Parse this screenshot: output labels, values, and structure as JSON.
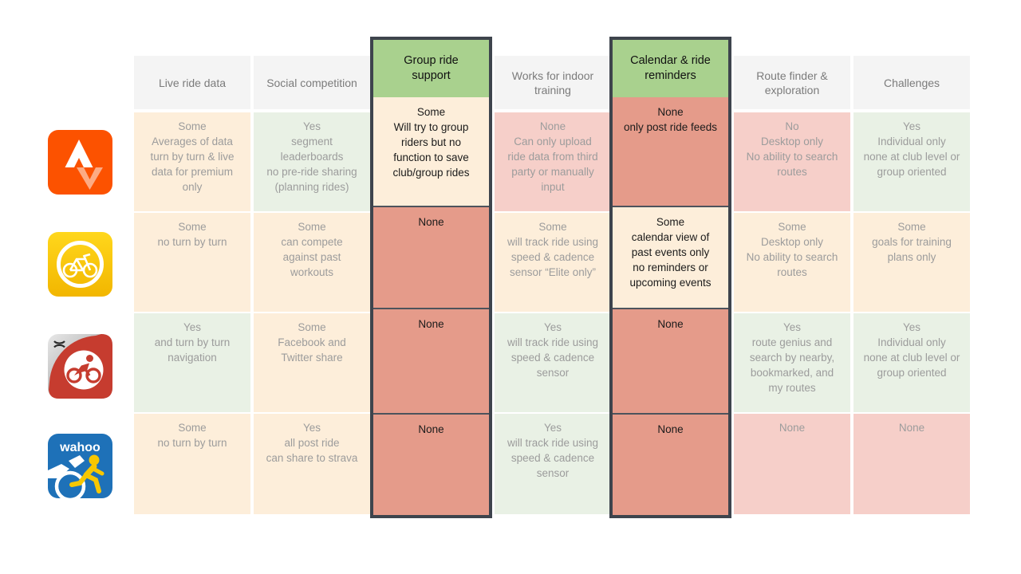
{
  "palette": {
    "cell_cream": "#fdeeda",
    "cell_green": "#e9f1e5",
    "cell_pink": "#f6cfc9",
    "cell_red": "#e59b8a",
    "header_bg": "#f4f4f4",
    "header_text": "#7b7b7b",
    "cell_text": "#9c9c9c",
    "highlight_header_bg": "#a9d18e",
    "highlight_border": "#3e444d",
    "highlight_text": "#1b1b1b"
  },
  "table": {
    "columns": [
      {
        "label": "Live ride data",
        "highlighted": false
      },
      {
        "label": "Social competition",
        "highlighted": false
      },
      {
        "label": "Group ride support",
        "highlighted": true
      },
      {
        "label": "Works for indoor training",
        "highlighted": false
      },
      {
        "label": "Calendar & ride reminders",
        "highlighted": true
      },
      {
        "label": "Route finder & exploration",
        "highlighted": false
      },
      {
        "label": "Challenges",
        "highlighted": false
      }
    ],
    "rows": [
      {
        "app": "Strava",
        "icon": "strava-app-icon",
        "cells": [
          {
            "text": "Some\nAverages of data\nturn by turn & live\ndata for premium\nonly",
            "color": "cream"
          },
          {
            "text": "Yes\nsegment\nleaderboards\nno pre-ride sharing\n(planning rides)",
            "color": "green"
          },
          {
            "text": "Some\nWill try to group\nriders but no\nfunction to save\nclub/group rides",
            "color": "cream"
          },
          {
            "text": "None\nCan only upload\nride data from third\nparty or manually\ninput",
            "color": "pink"
          },
          {
            "text": "None\nonly post ride feeds",
            "color": "red"
          },
          {
            "text": "No\nDesktop only\nNo ability to search\nroutes",
            "color": "pink"
          },
          {
            "text": "Yes\nIndividual only\nnone at club level or\ngroup oriented",
            "color": "green"
          }
        ]
      },
      {
        "app": "Cyclemeter",
        "icon": "cyclemeter-app-icon",
        "cells": [
          {
            "text": "Some\nno turn by turn",
            "color": "cream"
          },
          {
            "text": "Some\ncan compete\nagainst past\nworkouts",
            "color": "cream"
          },
          {
            "text": "None",
            "color": "red"
          },
          {
            "text": "Some\nwill track ride using\nspeed & cadence\nsensor “Elite only”",
            "color": "cream"
          },
          {
            "text": "Some\ncalendar view of\npast events only\nno reminders or\nupcoming events",
            "color": "cream"
          },
          {
            "text": "Some\nDesktop only\nNo ability to search\nroutes",
            "color": "cream"
          },
          {
            "text": "Some\ngoals for training\nplans only",
            "color": "cream"
          }
        ]
      },
      {
        "app": "Map My Ride",
        "icon": "mapmyride-app-icon",
        "cells": [
          {
            "text": "Yes\nand turn by turn\nnavigation",
            "color": "green"
          },
          {
            "text": "Some\nFacebook and\nTwitter share",
            "color": "cream"
          },
          {
            "text": "None",
            "color": "red"
          },
          {
            "text": "Yes\nwill track ride using\nspeed & cadence\nsensor",
            "color": "green"
          },
          {
            "text": "None",
            "color": "red"
          },
          {
            "text": "Yes\nroute genius and\nsearch by nearby,\nbookmarked, and\nmy routes",
            "color": "green"
          },
          {
            "text": "Yes\nIndividual only\nnone at club level or\ngroup oriented",
            "color": "green"
          }
        ]
      },
      {
        "app": "Wahoo Fitness",
        "icon": "wahoo-app-icon",
        "icon_text": "wahoo",
        "cells": [
          {
            "text": "Some\nno turn by turn",
            "color": "cream"
          },
          {
            "text": "Yes\nall post ride\ncan share to strava",
            "color": "cream"
          },
          {
            "text": "None",
            "color": "red"
          },
          {
            "text": "Yes\nwill track ride using\nspeed & cadence\nsensor",
            "color": "green"
          },
          {
            "text": "None",
            "color": "red"
          },
          {
            "text": "None",
            "color": "pink"
          },
          {
            "text": "None",
            "color": "pink"
          }
        ]
      }
    ]
  }
}
